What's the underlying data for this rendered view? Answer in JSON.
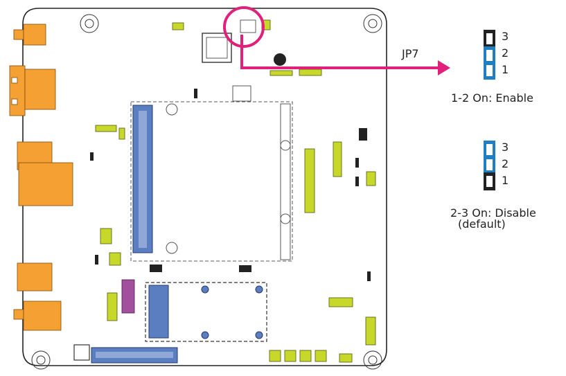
{
  "jumper": {
    "name": "JP7",
    "pin_3": "3",
    "pin_2": "2",
    "pin_1": "1"
  },
  "settings": [
    {
      "caption": "1-2 On: Enable"
    },
    {
      "caption": "2-3 On: Disable",
      "note": "(default)"
    }
  ],
  "colors": {
    "highlight": "#e0207a",
    "jumper_cap": "#1f7fc2",
    "component_orange": "#f5a033",
    "component_lime": "#c8d82a",
    "slot_blue": "#5a7ec0",
    "connector_purple": "#a24f9e"
  }
}
